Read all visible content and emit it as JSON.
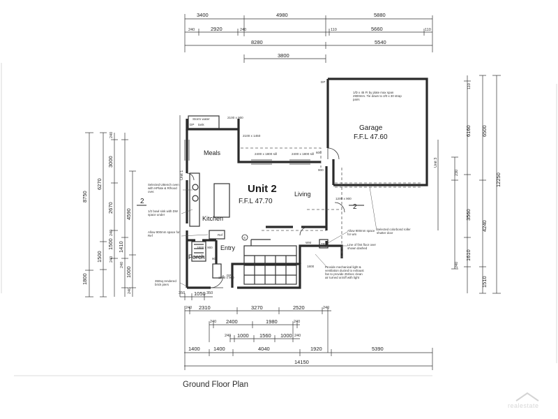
{
  "title": "Ground Floor Plan",
  "rooms": {
    "unit": "Unit 2",
    "unit_ffl": "F.F.L  47.70",
    "garage": "Garage",
    "garage_ffl": "F.F.L 47.60",
    "meals": "Meals",
    "living": "Living",
    "kitchen": "Kitchen",
    "entry": "Entry",
    "porch": "Porch"
  },
  "dimensions": {
    "top_row1": [
      "3400",
      "4980",
      "5880"
    ],
    "top_row2": [
      "240",
      "2920",
      "240",
      "110",
      "5660",
      "110"
    ],
    "top_row3": [
      "8280",
      "5540"
    ],
    "top_row4": [
      "3800"
    ],
    "bottom_row1": [
      "350",
      "1050",
      "350"
    ],
    "bottom_row2": [
      "240",
      "2310",
      "3270",
      "2520",
      "240"
    ],
    "bottom_row3": [
      "240",
      "2400",
      "1980",
      "240"
    ],
    "bottom_row4": [
      "240",
      "1000",
      "1560",
      "1000",
      "240"
    ],
    "bottom_row5": [
      "1400",
      "1400",
      "4040",
      "1920",
      "5390"
    ],
    "bottom_total": "14150",
    "left_outer": [
      "8750",
      "1800"
    ],
    "left_mid": [
      "6270",
      "1500"
    ],
    "left_inner": [
      "3000",
      "2670",
      "1500"
    ],
    "left_small": [
      "240",
      "240",
      "240",
      "1410",
      "240"
    ],
    "left_far": [
      "4590",
      "1000",
      "240"
    ],
    "right_outer": "12250",
    "right_mid": [
      "6500",
      "4240",
      "1510"
    ],
    "right_inner": [
      "6160",
      "3560",
      "1610"
    ],
    "right_small": [
      "110",
      "230",
      "240"
    ]
  },
  "section_marks": [
    "2",
    "2"
  ],
  "fixtures": {
    "storm_water": "Storm water",
    "tank": "tank",
    "dp": "DP",
    "ref": "Ref",
    "wm": "WM",
    "tr": "TR",
    "s_mark": "S"
  },
  "window_labels": [
    "2100 x 900",
    "2100 x 1450",
    "2400 x 1800 sill",
    "2400 x 1800 sill",
    "600",
    "900",
    "1200 x 900",
    "1800 x 900",
    "1800 x 900",
    "1800",
    "900"
  ],
  "notes": {
    "garage_roof": "1/D x 45 FI by plate max span 2900mm. Tie down to 2/0 x 30 strap pairs",
    "oven": "Selected UBench oven with HPlate & R/hood over.",
    "sink": "1/2 bowl sink with DW space under",
    "fridge": "Allow 900mm space for Ref",
    "garage_door": "Selected colorbond roller shutter door",
    "washer": "Allow 900mm space for wm",
    "first_floor": "Line of first floor over shown dashed",
    "ventilation": "Provide mechanical light & ventilation ducted to exhaust fan to provide 25I/sec clean air turned on/off with light",
    "brick": "350sq rendered brick piers"
  },
  "side_labels": [
    "Unit 1",
    "Unit 3"
  ],
  "watermark": "realestate"
}
